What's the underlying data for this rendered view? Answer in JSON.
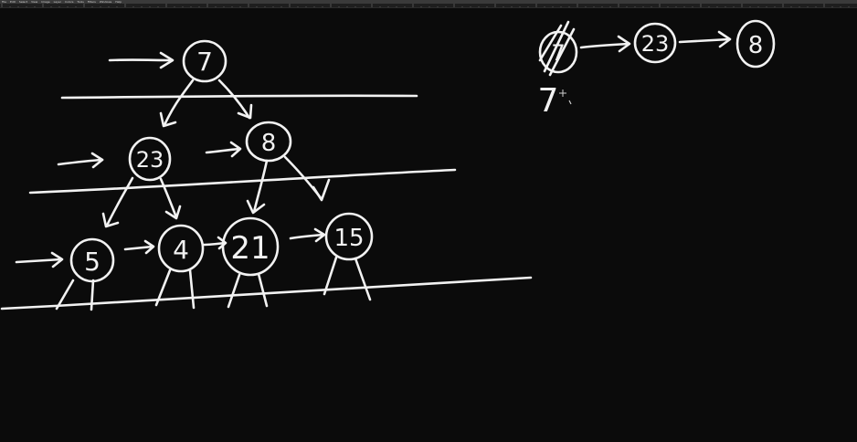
{
  "menubar": {
    "items": [
      "File",
      "Edit",
      "Select",
      "View",
      "Image",
      "Layer",
      "Colors",
      "Tools",
      "Filters",
      "Windows",
      "Help"
    ]
  },
  "tree": {
    "root": "7",
    "level1": [
      "23",
      "8"
    ],
    "level2": [
      "5",
      "4",
      "21",
      "15"
    ]
  },
  "queue": {
    "crossed_node": "7",
    "nodes": [
      "23",
      "8"
    ],
    "removed_label": "7"
  }
}
